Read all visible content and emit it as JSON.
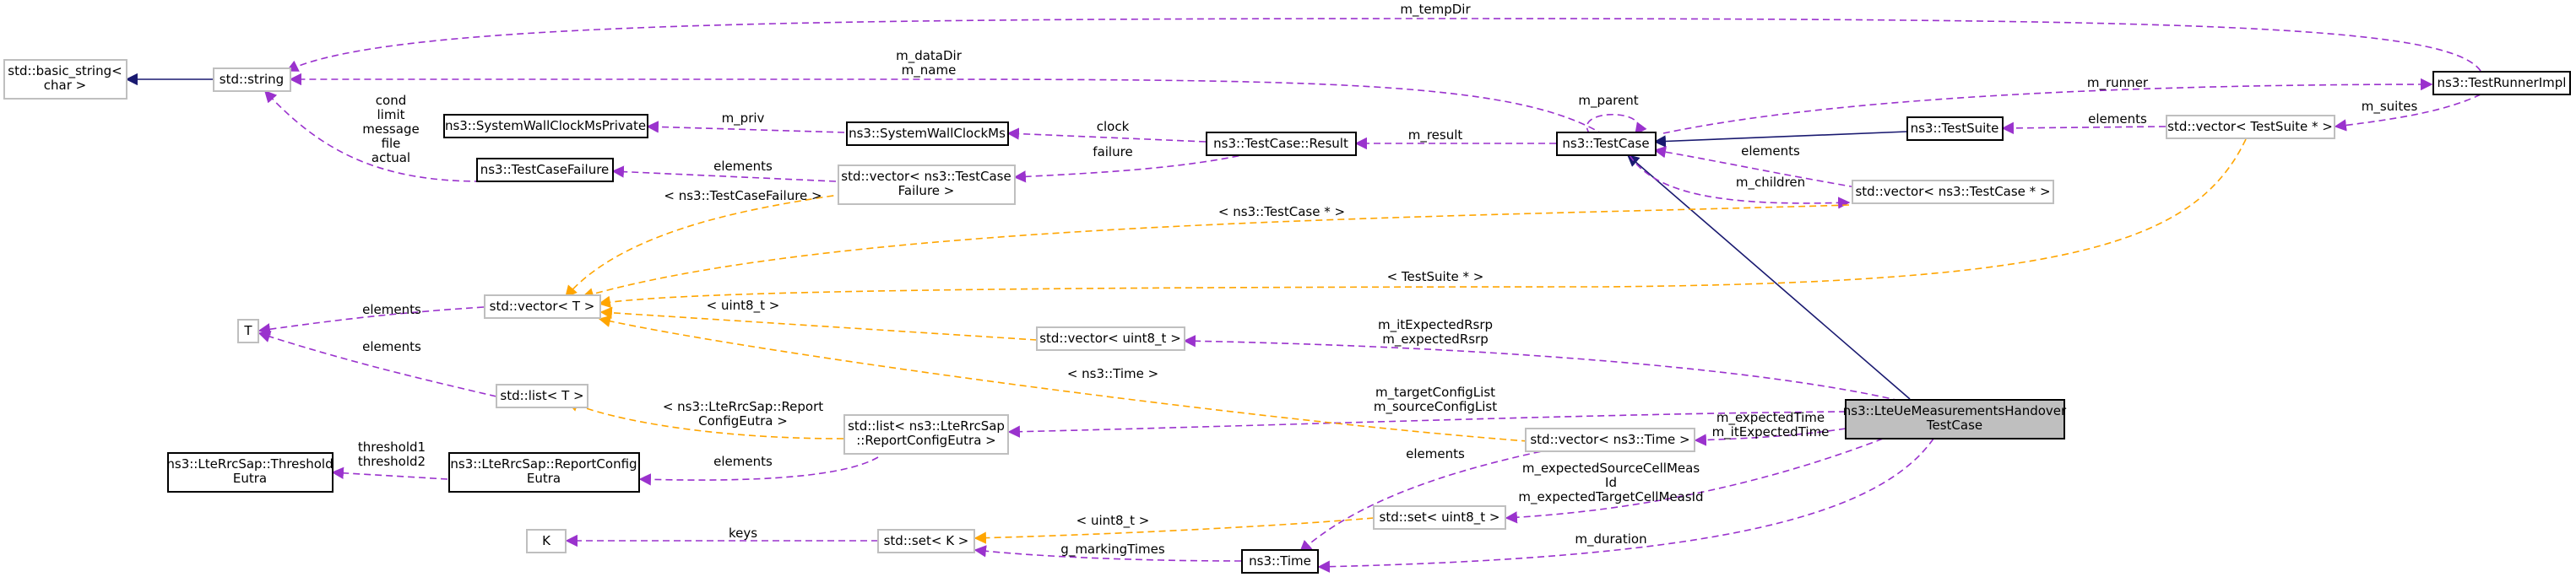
{
  "nodes": {
    "basic_string": [
      "std::basic_string<",
      "char >"
    ],
    "std_string": [
      "std::string"
    ],
    "sys_private": [
      "ns3::SystemWallClockMsPrivate"
    ],
    "sys_clock": [
      "ns3::SystemWallClockMs"
    ],
    "tc_failure": [
      "ns3::TestCaseFailure"
    ],
    "vec_failure": [
      "std::vector< ns3::TestCase",
      "Failure >"
    ],
    "tc_result": [
      "ns3::TestCase::Result"
    ],
    "test_case": [
      "ns3::TestCase"
    ],
    "test_suite": [
      "ns3::TestSuite"
    ],
    "vec_suite": [
      "std::vector< TestSuite * >"
    ],
    "runner": [
      "ns3::TestRunnerImpl"
    ],
    "vec_tc": [
      "std::vector< ns3::TestCase * >"
    ],
    "T": [
      "T"
    ],
    "vec_T": [
      "std::vector< T >"
    ],
    "vec_u8": [
      "std::vector< uint8_t >"
    ],
    "list_T": [
      "std::list< T >"
    ],
    "list_rc": [
      "std::list< ns3::LteRrcSap",
      "::ReportConfigEutra >"
    ],
    "main": [
      "ns3::LteUeMeasurementsHandover",
      "TestCase"
    ],
    "vec_time": [
      "std::vector< ns3::Time >"
    ],
    "threshold": [
      "ns3::LteRrcSap::Threshold",
      "Eutra"
    ],
    "report_cfg": [
      "ns3::LteRrcSap::ReportConfig",
      "Eutra"
    ],
    "K": [
      "K"
    ],
    "set_K": [
      "std::set< K >"
    ],
    "set_u8": [
      "std::set< uint8_t >"
    ],
    "time": [
      "ns3::Time"
    ]
  },
  "edges": {
    "m_tempDir": [
      "m_tempDir"
    ],
    "dataDir_name": [
      "m_dataDir",
      "m_name"
    ],
    "string_members": [
      "cond",
      "limit",
      "message",
      "file",
      "actual"
    ],
    "m_priv": [
      "m_priv"
    ],
    "clock": [
      "clock"
    ],
    "failure": [
      "failure"
    ],
    "elements_failure": [
      "elements"
    ],
    "m_result": [
      "m_result"
    ],
    "m_parent": [
      "m_parent"
    ],
    "m_runner": [
      "m_runner"
    ],
    "m_suites": [
      "m_suites"
    ],
    "elements_suite": [
      "elements"
    ],
    "elements_tc": [
      "elements"
    ],
    "m_children": [
      "m_children"
    ],
    "tmpl_failure": [
      "< ns3::TestCaseFailure >"
    ],
    "tmpl_tc": [
      "< ns3::TestCase * >"
    ],
    "tmpl_suite": [
      "< TestSuite * >"
    ],
    "elements_T": [
      "elements"
    ],
    "elements_list": [
      "elements"
    ],
    "tmpl_u8": [
      "< uint8_t >"
    ],
    "rsrp": [
      "m_itExpectedRsrp",
      "m_expectedRsrp"
    ],
    "tmpl_time": [
      "< ns3::Time >"
    ],
    "config_list": [
      "m_targetConfigList",
      "m_sourceConfigList"
    ],
    "tmpl_report": [
      "< ns3::LteRrcSap::Report",
      "ConfigEutra >"
    ],
    "expected_time": [
      "m_expectedTime",
      "m_itExpectedTime"
    ],
    "elements_time": [
      "elements"
    ],
    "thresholds": [
      "threshold1",
      "threshold2"
    ],
    "elements_report": [
      "elements"
    ],
    "cell_meas": [
      "m_expectedSourceCellMeas",
      "Id",
      "m_expectedTargetCellMeasId"
    ],
    "keys": [
      "keys"
    ],
    "tmpl_u8_set": [
      "< uint8_t >"
    ],
    "marking": [
      "g_markingTimes"
    ],
    "m_duration": [
      "m_duration"
    ]
  },
  "colors": {
    "usage_edge": "#9a32cd",
    "template_edge": "#ffa500",
    "inheritance_edge": "#191970",
    "highlight_node": "#bfbfbf"
  }
}
